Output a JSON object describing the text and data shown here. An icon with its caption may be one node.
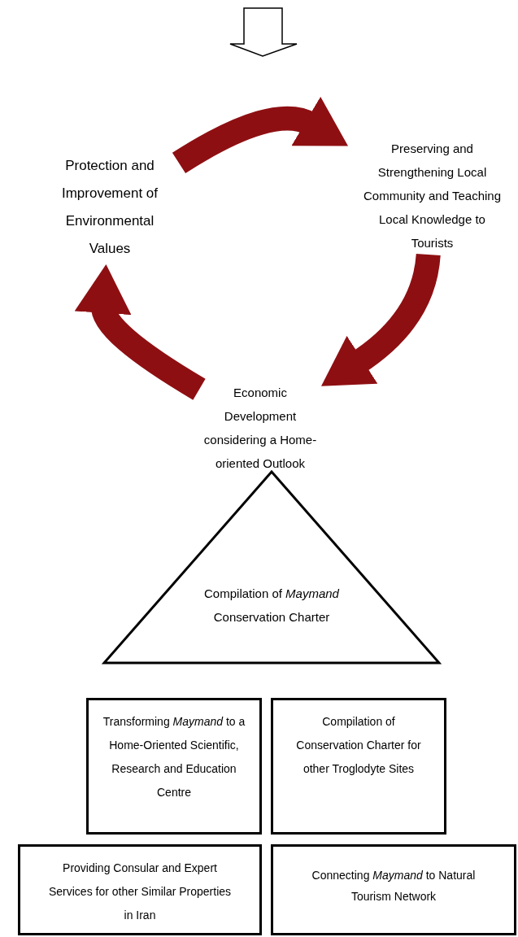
{
  "diagram": {
    "nodes": [
      {
        "text": [
          "Protection and Improvement of Environmental Values"
        ]
      },
      {
        "text": [
          "Preserving and Strengthening Local Community and Teaching Local Knowledge to Tourists"
        ]
      },
      {
        "text": [
          "Economic Development considering a Home-oriented Outlook"
        ]
      },
      {
        "text": [
          "Compilation of *Maymand* Conservation Charter"
        ]
      },
      {
        "text": [
          "Transforming *Maymand* to a Home-Oriented Scientific, Research and Education Centre"
        ]
      },
      {
        "text": [
          "Compilation of Conservation Charter for other Troglodyte Sites"
        ]
      },
      {
        "text": [
          "Providing Consular and Expert Services for other Similar Properties in Iran"
        ]
      },
      {
        "text": [
          "Connecting *Maymand* to Natural Tourism Network"
        ]
      }
    ],
    "edges": [
      {
        "from": 0,
        "to": 1,
        "arrow": "to"
      },
      {
        "from": 1,
        "to": 2,
        "arrow": "to"
      },
      {
        "from": 2,
        "to": 0,
        "arrow": "to"
      }
    ]
  }
}
